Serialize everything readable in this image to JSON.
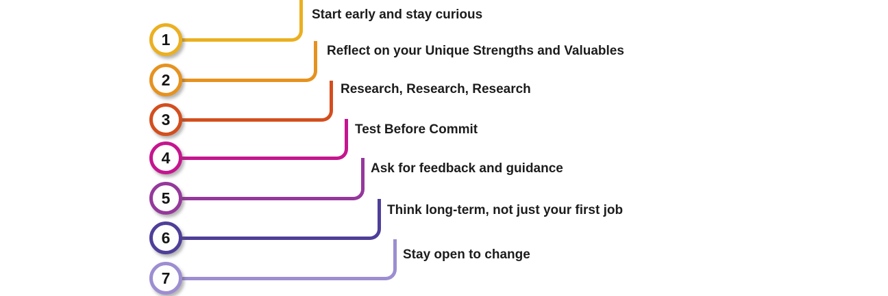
{
  "diagram": {
    "kind": "numbered-steps-infographic",
    "background_color": "#ffffff",
    "text_color": "#1c1c1c",
    "items": [
      {
        "number": "1",
        "label": "Start early and stay curious",
        "color": "#EBAF20"
      },
      {
        "number": "2",
        "label": "Reflect on your Unique Strengths and Valuables",
        "color": "#E6921F"
      },
      {
        "number": "3",
        "label": "Research, Research, Research",
        "color": "#D34E1E"
      },
      {
        "number": "4",
        "label": "Test Before Commit",
        "color": "#C5158F"
      },
      {
        "number": "5",
        "label": "Ask for feedback and guidance",
        "color": "#95389B"
      },
      {
        "number": "6",
        "label": "Think long-term, not just your first job",
        "color": "#4F3E99"
      },
      {
        "number": "7",
        "label": "Stay open to change",
        "color": "#9D8DD1"
      }
    ]
  }
}
